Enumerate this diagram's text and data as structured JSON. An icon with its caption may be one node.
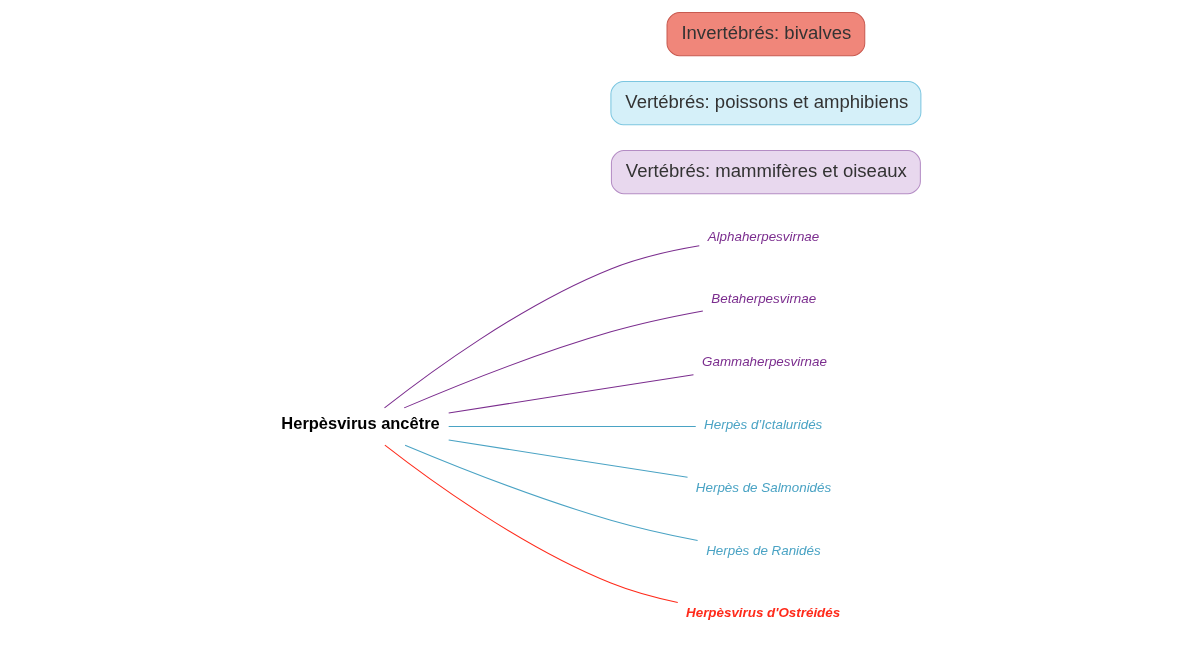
{
  "diagram": {
    "nodes": [
      {
        "text": [
          "Herpèsvirus ancêtre"
        ]
      },
      {
        "text": [
          "Alphaherpesvirnae"
        ]
      },
      {
        "text": [
          "Betaherpesvirnae"
        ]
      },
      {
        "text": [
          "Gammaherpesvirnae"
        ]
      },
      {
        "text": [
          "Herpès d’Ictaluridés"
        ]
      },
      {
        "text": [
          "Herpès de Salmonidés"
        ]
      },
      {
        "text": [
          "Herpès de Ranidés"
        ]
      },
      {
        "text": [
          "Herpèsvirus d'Ostréidés"
        ]
      },
      {
        "text": [
          "Vertébrés: mammifères et oiseaux"
        ]
      },
      {
        "text": [
          "Vertébrés: poissons et amphibiens"
        ]
      },
      {
        "text": [
          "Invertébrés: bivalves"
        ]
      }
    ],
    "edges": [
      {
        "from": 0,
        "to": 1,
        "arrow": "none",
        "color": "#7b2d8e"
      },
      {
        "from": 0,
        "to": 2,
        "arrow": "none",
        "color": "#7b2d8e"
      },
      {
        "from": 0,
        "to": 3,
        "arrow": "none",
        "color": "#7b2d8e"
      },
      {
        "from": 0,
        "to": 4,
        "arrow": "none",
        "color": "#4aa3c4"
      },
      {
        "from": 0,
        "to": 5,
        "arrow": "none",
        "color": "#4aa3c4"
      },
      {
        "from": 0,
        "to": 6,
        "arrow": "none",
        "color": "#4aa3c4"
      },
      {
        "from": 0,
        "to": 7,
        "arrow": "none",
        "color": "#ff2a1a"
      }
    ]
  }
}
